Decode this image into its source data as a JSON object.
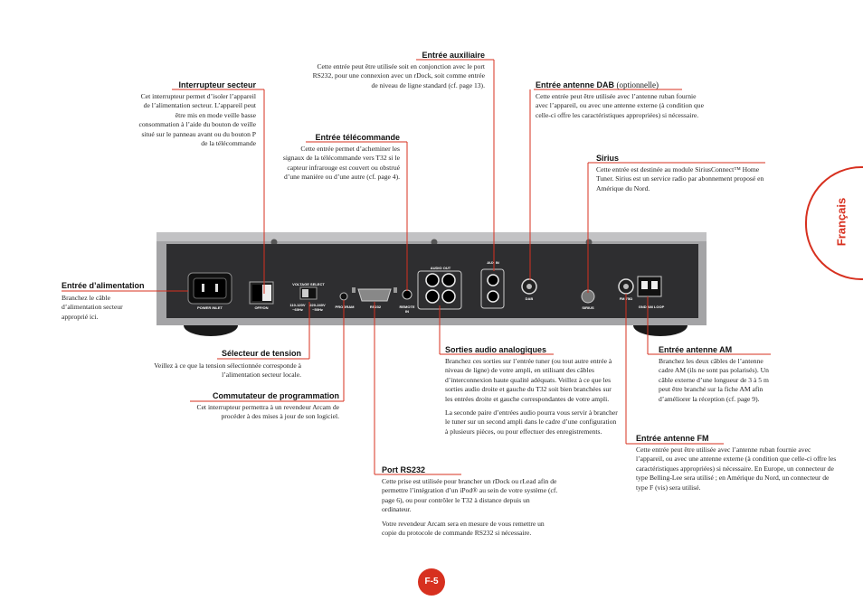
{
  "lang_tab": "Français",
  "page_number": "F-5",
  "panel": {
    "power_inlet": "POWER INLET",
    "off_on": "OFF/ON",
    "voltage_select": "VOLTAGE SELECT",
    "v1": "110-120V ~60Hz",
    "v2": "220-240V ~50Hz",
    "program": "PROGRAM",
    "rs232": "RS232",
    "remote_in": "REMOTE IN",
    "audio_out": "AUDIO OUT",
    "aux_in": "AUX IN",
    "dab": "DAB",
    "sirius": "SIRIUS",
    "fm": "FM 75Ω",
    "gnd_am": "GND  AM LOOP"
  },
  "sections": {
    "aux": {
      "title": "Entrée auxiliaire",
      "body": "Cette entrée peut être utilisée soit en conjonction avec le port RS232, pour une connexion avec un rDock, soit comme entrée de niveau de ligne standard (cf. page 13)."
    },
    "interrupteur": {
      "title": "Interrupteur secteur",
      "body": "Cet interrupteur permet d’isoler l’appareil de l’alimentation secteur. L’appareil peut être mis en mode veille basse consommation à l’aide du bouton de veille situé sur le panneau avant ou du bouton P de la télécommande"
    },
    "dab": {
      "title": "Entrée antenne DAB",
      "title_sub": "(optionnelle)",
      "body": "Cette entrée peut être utilisée avec l’antenne ruban fournie avec l’appareil, ou avec une antenne externe (à condition que celle-ci offre les caractéristiques appropriées) si nécessaire."
    },
    "telecommande": {
      "title": "Entrée télécommande",
      "body": "Cette entrée permet d’acheminer les signaux de la télécommande vers T32 si le capteur infrarouge est couvert ou obstrué d’une manière ou d’une autre (cf. page 4)."
    },
    "sirius": {
      "title": "Sirius",
      "body": "Cette entrée est destinée au module SiriusConnect™ Home Tuner. Sirius est un service radio par abonnement proposé en Amérique du Nord."
    },
    "alimentation": {
      "title": "Entrée d’alimentation",
      "body": "Branchez le câble d’alimentation secteur approprié ici."
    },
    "selecteur": {
      "title": "Sélecteur de tension",
      "body": "Veillez à ce que la tension sélectionnée corresponde à l’alimentation secteur locale."
    },
    "sorties": {
      "title": "Sorties audio analogiques",
      "body1": "Branchez ces sorties sur l’entrée tuner (ou tout autre entrée à niveau de ligne) de votre ampli, en utilisant des câbles d’interconnexion haute qualité adéquats. Veillez à ce que les sorties audio droite et gauche du T32 soit bien branchées sur les entrées droite et gauche correspondantes de votre ampli.",
      "body2": "La seconde paire d’entrées audio pourra vous servir à brancher le tuner sur un second ampli dans le cadre d’une configuration à plusieurs pièces, ou pour effectuer des enregistrements."
    },
    "am": {
      "title": "Entrée antenne AM",
      "body": "Branchez les deux câbles de l’antenne cadre AM (ils ne sont pas polarisés). Un câble externe d’une longueur de 3 à 5 m peut être branché sur la fiche AM afin d’améliorer la réception (cf. page 9)."
    },
    "programmation": {
      "title": "Commutateur de programmation",
      "body": "Cet interrupteur permettra à un revendeur Arcam de procéder à des mises à jour de son logiciel."
    },
    "fm": {
      "title": "Entrée antenne FM",
      "body": "Cette entrée peut être utilisée avec l’antenne ruban fournie avec l’appareil, ou avec une antenne externe (à condition que celle-ci offre les caractéristiques appropriées) si nécessaire. En Europe, un connecteur de type Belling-Lee sera utilisé ; en Amérique du Nord, un connecteur de type F (vis) sera utilisé."
    },
    "rs232": {
      "title": "Port RS232",
      "body1": "Cette prise est utilisée pour brancher un rDock ou rLead afin de permettre l’intégration d’un iPod® au sein de votre système (cf. page 6), ou pour contrôler le T32 à distance depuis un ordinateur.",
      "body2": "Votre revendeur Arcam sera en mesure de vous remettre un copie du protocole de commande RS232 si nécessaire."
    }
  },
  "colors": {
    "accent": "#d7301f",
    "panel": "#2e2e30",
    "chassis": "#9a9a9c"
  }
}
